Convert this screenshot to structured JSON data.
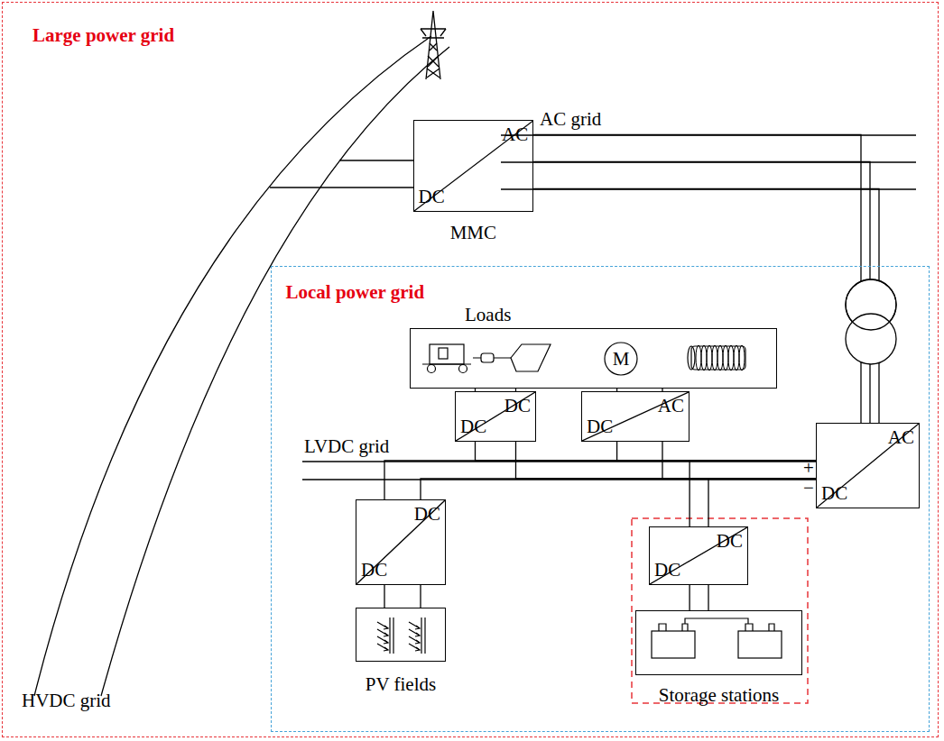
{
  "diagram": {
    "nodes": [
      {
        "text": [
          "Large power grid"
        ]
      },
      {
        "text": [
          "DC",
          "AC",
          "MMC"
        ],
        "in": 0
      },
      {
        "text": [
          "Local power grid"
        ],
        "in": 0
      },
      {
        "text": [
          "Loads"
        ],
        "in": 2
      },
      {
        "text": [
          "DC",
          "DC"
        ],
        "in": 2
      },
      {
        "text": [
          "DC",
          "AC"
        ],
        "in": 2
      },
      {
        "text": [
          "AC",
          "DC"
        ],
        "in": 2
      },
      {
        "text": [
          "DC",
          "DC"
        ],
        "in": 2
      },
      {
        "text": [
          "DC",
          "DC"
        ],
        "in": 2
      },
      {
        "text": [
          "PV fields"
        ],
        "in": 2
      },
      {
        "text": [
          "Storage stations"
        ],
        "in": 2
      }
    ],
    "edges": [
      {
        "from": 3,
        "to": 4,
        "arrow": "none"
      },
      {
        "from": 3,
        "to": 5,
        "arrow": "none"
      },
      {
        "from": 6,
        "to": 4,
        "arrow": "none"
      },
      {
        "from": 6,
        "to": 5,
        "arrow": "none"
      },
      {
        "from": 6,
        "to": 7,
        "arrow": "none"
      },
      {
        "from": 6,
        "to": 8,
        "arrow": "none"
      },
      {
        "from": 7,
        "to": 9,
        "arrow": "none"
      },
      {
        "from": 8,
        "to": 10,
        "arrow": "none"
      },
      {
        "from": 1,
        "to": 6,
        "arrow": "none"
      }
    ],
    "labels": [
      "AC grid",
      "LVDC grid",
      "HVDC grid",
      "+",
      "−",
      "M"
    ]
  }
}
